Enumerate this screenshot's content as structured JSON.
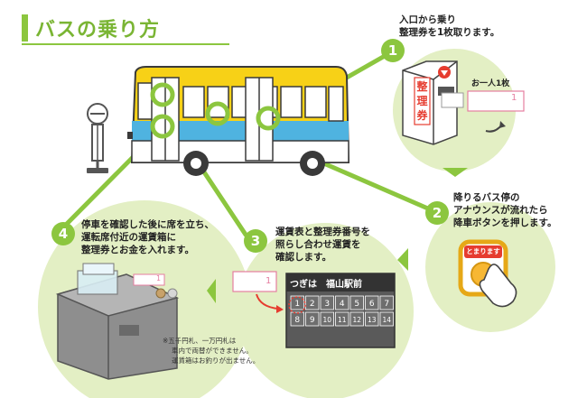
{
  "title": "バスの乗り方",
  "steps": [
    {
      "number": "1",
      "line1": "入口から乗り",
      "line2": "整理券を1枚取ります。"
    },
    {
      "number": "2",
      "line1": "降りるバス停の",
      "line2": "アナウンスが流れたら",
      "line3": "降車ボタンを押します。"
    },
    {
      "number": "3",
      "line1": "運賃表と整理券番号を",
      "line2": "照らし合わせ運賃を",
      "line3": "確認します。"
    },
    {
      "number": "4",
      "line1": "停車を確認した後に席を立ち、",
      "line2": "運転席付近の運賃箱に",
      "line3": "整理券とお金を入れます。"
    }
  ],
  "ticket_machine": {
    "kanji": [
      "整",
      "理",
      "券"
    ],
    "label": "お一人1枚",
    "ticket_number": "1"
  },
  "stop_button": {
    "label": "とまります"
  },
  "fare_board": {
    "header": "つぎは　福山駅前",
    "numbers": [
      "1",
      "2",
      "3",
      "4",
      "5",
      "6",
      "7",
      "8",
      "9",
      "10",
      "11",
      "12",
      "13",
      "14"
    ],
    "ticket_number": "1"
  },
  "fare_box": {
    "ticket_number": "1"
  },
  "notes": [
    "※五千円札、一万円札は",
    "車内で両替ができません。",
    "運賃箱はお釣りが出ません。"
  ],
  "colors": {
    "accent": "#8cc63f",
    "bus_yellow": "#f7d117",
    "bus_blue": "#4fb3e0",
    "button_red": "#e63c2f"
  }
}
